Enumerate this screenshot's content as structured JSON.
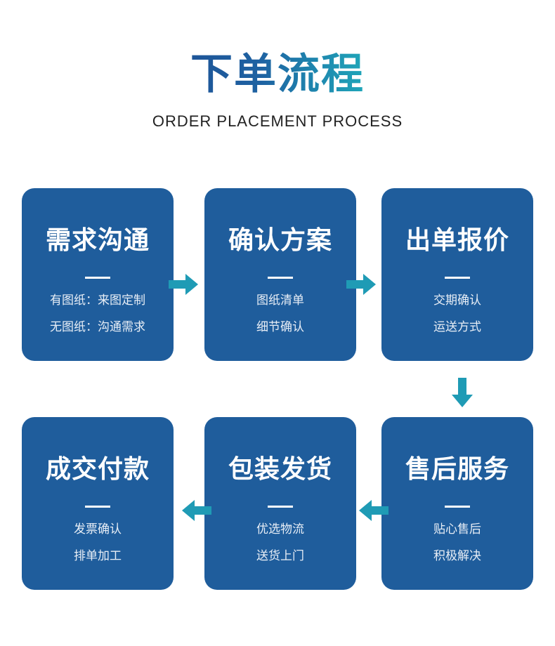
{
  "header": {
    "title": "下单流程",
    "subtitle": "ORDER PLACEMENT PROCESS"
  },
  "colors": {
    "card": "#1f5d9c",
    "arrow": "#1f9bb5",
    "title_start": "#1e5598",
    "title_end": "#1fa6b9"
  },
  "steps": [
    {
      "title": "需求沟通",
      "lines": [
        "有图纸：来图定制",
        "无图纸：沟通需求"
      ]
    },
    {
      "title": "确认方案",
      "lines": [
        "图纸清单",
        "细节确认"
      ]
    },
    {
      "title": "出单报价",
      "lines": [
        "交期确认",
        "运送方式"
      ]
    },
    {
      "title": "售后服务",
      "lines": [
        "贴心售后",
        "积极解决"
      ]
    },
    {
      "title": "包装发货",
      "lines": [
        "优选物流",
        "送货上门"
      ]
    },
    {
      "title": "成交付款",
      "lines": [
        "发票确认",
        "排单加工"
      ]
    }
  ],
  "arrows": [
    {
      "icon": "arrow-right-icon"
    },
    {
      "icon": "arrow-right-icon"
    },
    {
      "icon": "arrow-down-icon"
    },
    {
      "icon": "arrow-left-icon"
    },
    {
      "icon": "arrow-left-icon"
    }
  ]
}
